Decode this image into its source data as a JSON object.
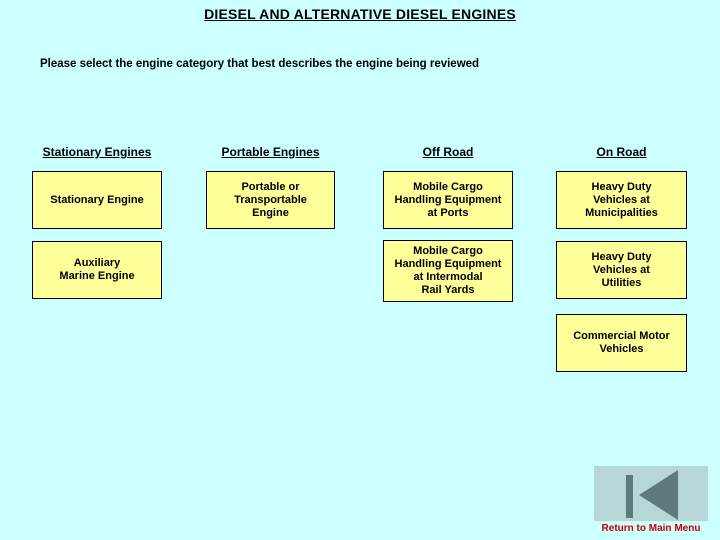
{
  "page": {
    "title": "DIESEL AND ALTERNATIVE DIESEL ENGINES",
    "instruction": "Please select the engine category that best describes the engine being reviewed"
  },
  "columns": [
    {
      "header": "Stationary Engines",
      "buttons": [
        "Stationary Engine",
        "Auxiliary\nMarine Engine"
      ]
    },
    {
      "header": "Portable Engines",
      "buttons": [
        "Portable or\nTransportable\nEngine"
      ]
    },
    {
      "header": "Off Road",
      "buttons": [
        "Mobile Cargo\nHandling Equipment\nat Ports",
        "Mobile Cargo\nHandling Equipment\nat Intermodal\nRail Yards"
      ]
    },
    {
      "header": "On Road",
      "buttons": [
        "Heavy Duty\nVehicles at\nMunicipalities",
        "Heavy Duty\nVehicles at\nUtilities",
        "Commercial Motor\nVehicles"
      ]
    }
  ],
  "nav": {
    "return_label": "Return to Main Menu",
    "icon": "skip-to-start-icon"
  },
  "colors": {
    "background": "#ccffff",
    "button_fill": "#ffff99",
    "button_border": "#000000",
    "nav_panel": "#b7d6d6",
    "nav_icon": "#5f7a7a",
    "link_red": "#cc0000",
    "text": "#000000"
  }
}
